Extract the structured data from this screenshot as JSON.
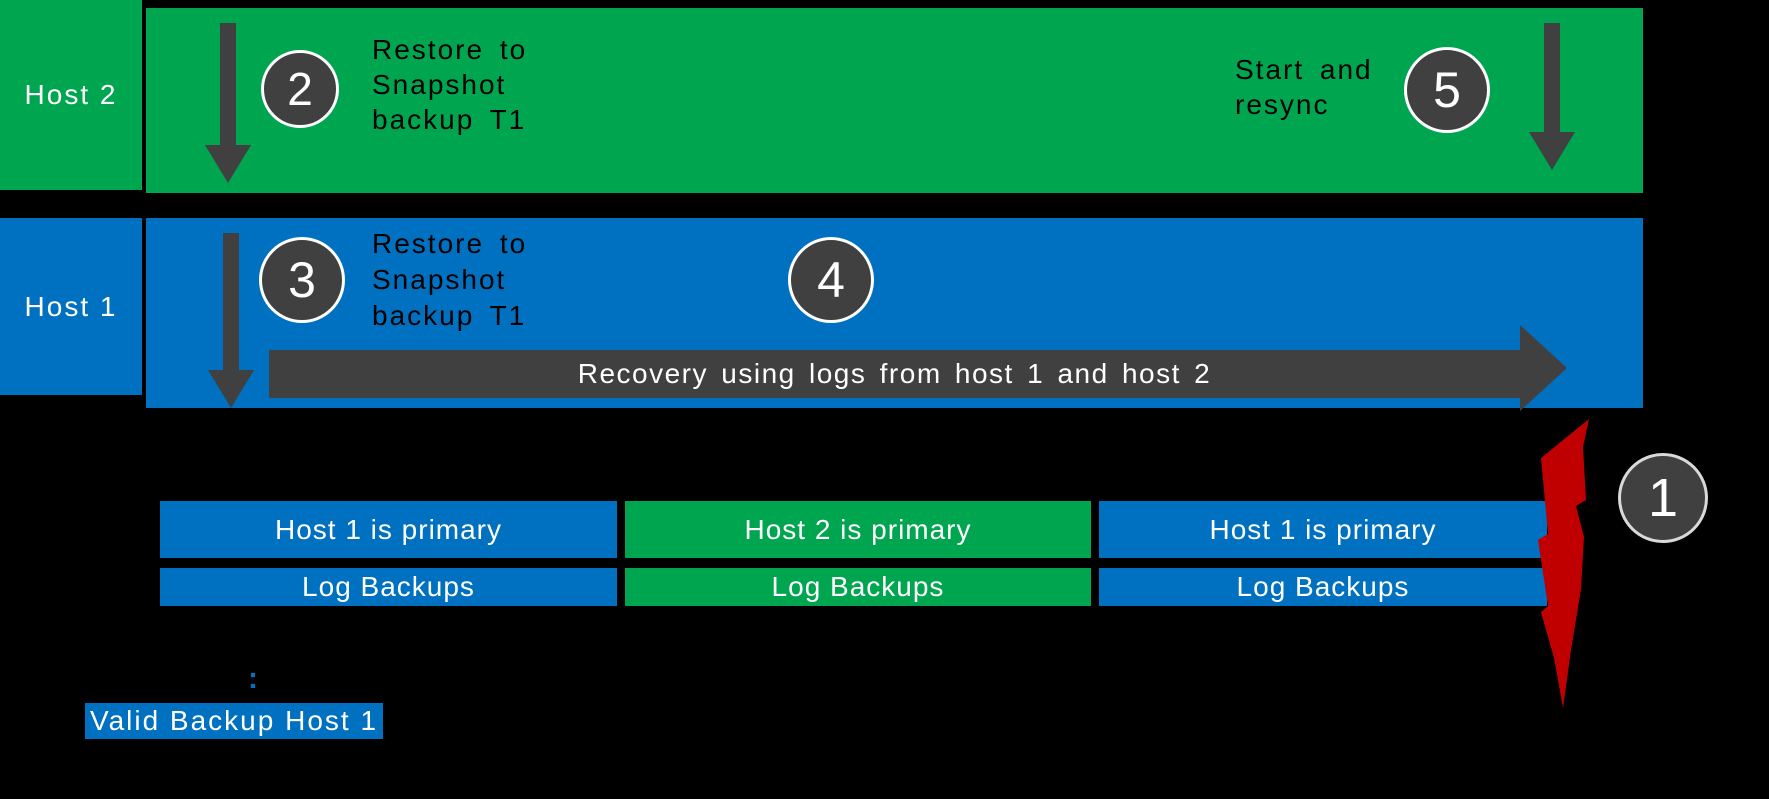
{
  "colors": {
    "background": "#000000",
    "host2_green": "#00A64F",
    "host1_blue": "#0070C0",
    "step_gray": "#404040",
    "failure_red": "#C00000",
    "text_on_bars": "#FFFFFF",
    "step_text": "#000000",
    "circle1_ring": "#D9D9D9",
    "circle_ring": "#FFFFFF"
  },
  "lanes": {
    "host2": {
      "label": "Host 2"
    },
    "host1": {
      "label": "Host 1"
    }
  },
  "steps": {
    "s1": {
      "number": "1"
    },
    "s2": {
      "number": "2",
      "lines": [
        "Restore to",
        "Snapshot",
        "backup T1"
      ]
    },
    "s3": {
      "number": "3",
      "lines": [
        "Restore to",
        "Snapshot",
        "backup T1"
      ]
    },
    "s4": {
      "number": "4"
    },
    "s5": {
      "number": "5",
      "lines": [
        "Start and",
        "resync"
      ]
    }
  },
  "recovery_arrow": {
    "label": "Recovery using logs from host 1 and host 2"
  },
  "timeline": {
    "primary_segments": [
      {
        "label": "Host 1 is primary",
        "color": "#0070C0"
      },
      {
        "label": "Host 2 is primary",
        "color": "#00A64F"
      },
      {
        "label": "Host 1 is primary",
        "color": "#0070C0"
      }
    ],
    "log_segments": [
      {
        "label": "Log Backups",
        "color": "#0070C0"
      },
      {
        "label": "Log Backups",
        "color": "#00A64F"
      },
      {
        "label": "Log Backups",
        "color": "#0070C0"
      }
    ]
  },
  "annotation": {
    "colon": ":",
    "label": "Valid Backup Host 1"
  }
}
